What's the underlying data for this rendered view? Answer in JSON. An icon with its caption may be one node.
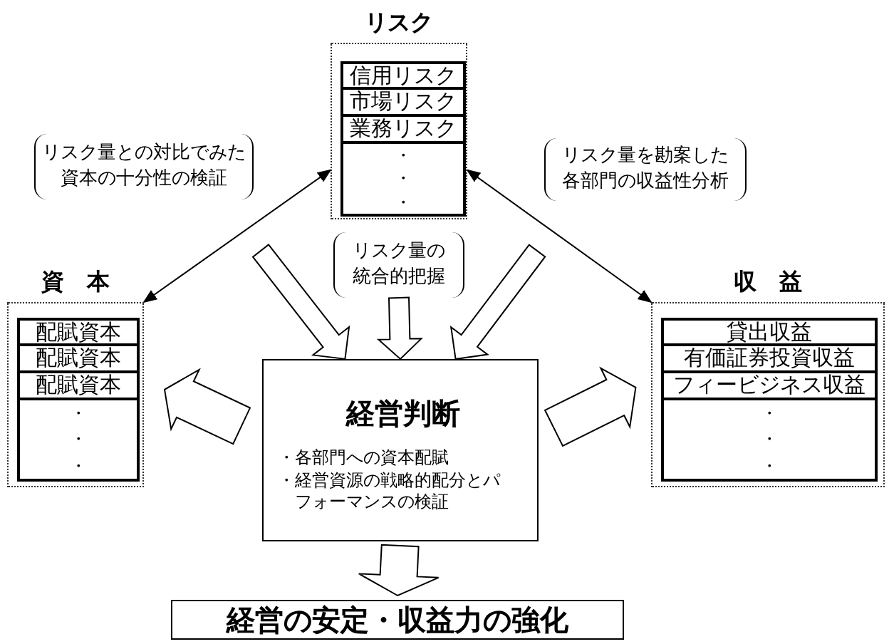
{
  "diagram": {
    "nodes": [
      {
        "text": [
          "リスク"
        ]
      },
      {
        "text": [
          "信用リスク"
        ],
        "in": 0
      },
      {
        "text": [
          "市場リスク"
        ],
        "in": 0
      },
      {
        "text": [
          "業務リスク"
        ],
        "in": 0
      },
      {
        "text": [
          "・",
          "・",
          "・"
        ],
        "in": 0
      },
      {
        "text": [
          "リスク量との対比でみた資本の十分性の検証"
        ]
      },
      {
        "text": [
          "リスク量を勘案した各部門の収益性分析"
        ]
      },
      {
        "text": [
          "リスク量の統合的把握"
        ]
      },
      {
        "text": [
          "資　本"
        ]
      },
      {
        "text": [
          "配賦資本"
        ],
        "in": 8
      },
      {
        "text": [
          "配賦資本"
        ],
        "in": 8
      },
      {
        "text": [
          "配賦資本"
        ],
        "in": 8
      },
      {
        "text": [
          "・",
          "・",
          "・"
        ],
        "in": 8
      },
      {
        "text": [
          "経営判断",
          "・各部門への資本配賦",
          "・経営資源の戦略的配分とパフォーマンスの検証"
        ]
      },
      {
        "text": [
          "収　益"
        ]
      },
      {
        "text": [
          "貸出収益"
        ],
        "in": 14
      },
      {
        "text": [
          "有価証券投資収益"
        ],
        "in": 14
      },
      {
        "text": [
          "フィービジネス収益"
        ],
        "in": 14
      },
      {
        "text": [
          "・",
          "・",
          "・"
        ],
        "in": 14
      },
      {
        "text": [
          "経営の安定・収益力の強化"
        ]
      }
    ],
    "edges": [
      {
        "from": 0,
        "to": 8,
        "arrow": "both"
      },
      {
        "from": 0,
        "to": 14,
        "arrow": "both"
      },
      {
        "from": null,
        "to": 13,
        "arrow": "to",
        "style": "thick"
      },
      {
        "from": 7,
        "to": 13,
        "arrow": "to",
        "style": "thick"
      },
      {
        "from": null,
        "to": 13,
        "arrow": "to",
        "style": "thick"
      },
      {
        "from": 13,
        "to": 8,
        "arrow": "to",
        "style": "thick"
      },
      {
        "from": 13,
        "to": 14,
        "arrow": "to",
        "style": "thick"
      },
      {
        "from": 13,
        "to": 19,
        "arrow": "to",
        "style": "thick"
      }
    ]
  }
}
